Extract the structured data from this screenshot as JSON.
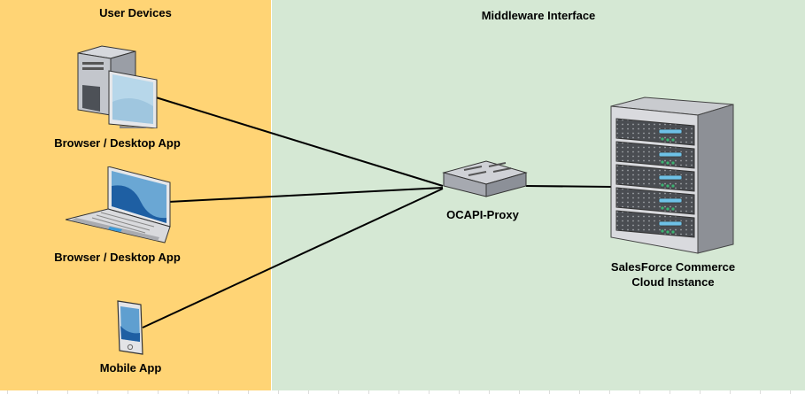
{
  "lanes": {
    "user_devices": {
      "title": "User Devices",
      "color": "#ffd475"
    },
    "middleware": {
      "title": "Middleware Interface",
      "color": "#d5e8d4"
    }
  },
  "nodes": {
    "desktop": {
      "label": "Browser / Desktop App",
      "icon": "desktop-computer-icon"
    },
    "laptop": {
      "label": "Browser / Desktop App",
      "icon": "laptop-icon"
    },
    "mobile": {
      "label": "Mobile App",
      "icon": "smartphone-icon"
    },
    "proxy": {
      "label": "OCAPI-Proxy",
      "icon": "network-switch-icon"
    },
    "server": {
      "label_line1": "SalesForce Commerce",
      "label_line2": "Cloud Instance",
      "icon": "server-rack-icon"
    }
  },
  "edges": [
    {
      "from": "desktop",
      "to": "proxy"
    },
    {
      "from": "laptop",
      "to": "proxy"
    },
    {
      "from": "mobile",
      "to": "proxy"
    },
    {
      "from": "proxy",
      "to": "server"
    }
  ]
}
